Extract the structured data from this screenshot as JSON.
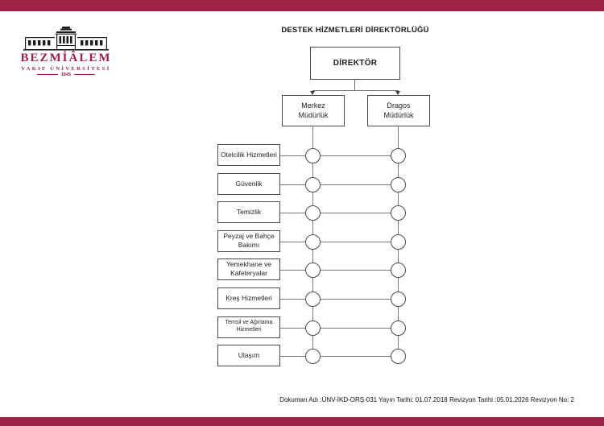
{
  "colors": {
    "accent": "#9e2148",
    "box_border": "#4a4a4a",
    "connector_line": "#7a7a7a"
  },
  "logo": {
    "name": "BEZMİÂLEM",
    "subtitle": "VAKIF ÜNİVERSİTESİ",
    "year": "1845",
    "building_icon": "university-building-icon"
  },
  "page_title": "DESTEK HİZMETLERİ DİREKTÖRLÜĞÜ",
  "org_chart": {
    "director": "DİREKTÖR",
    "branches": [
      {
        "label": "Merkez Müdürlük"
      },
      {
        "label": "Dragos Müdürlük"
      }
    ],
    "units": [
      "Otelcilik Hizmetleri",
      "Güvenlik",
      "Temizlik",
      "Peyzaj ve Bahçe Bakımı",
      "Yemekhane ve Kafeteryalar",
      "Kreş Hizmetleri",
      "Temsil ve Ağırlama Hizmetleri",
      "Ulaşım"
    ]
  },
  "footer": {
    "text": "Dokuman Adı :ÜNV-İKD-ORŞ-031 Yayın Tarihi: 01.07.2018 Revizyon Tarihi :05.01.2026 Revizyon No: 2"
  }
}
